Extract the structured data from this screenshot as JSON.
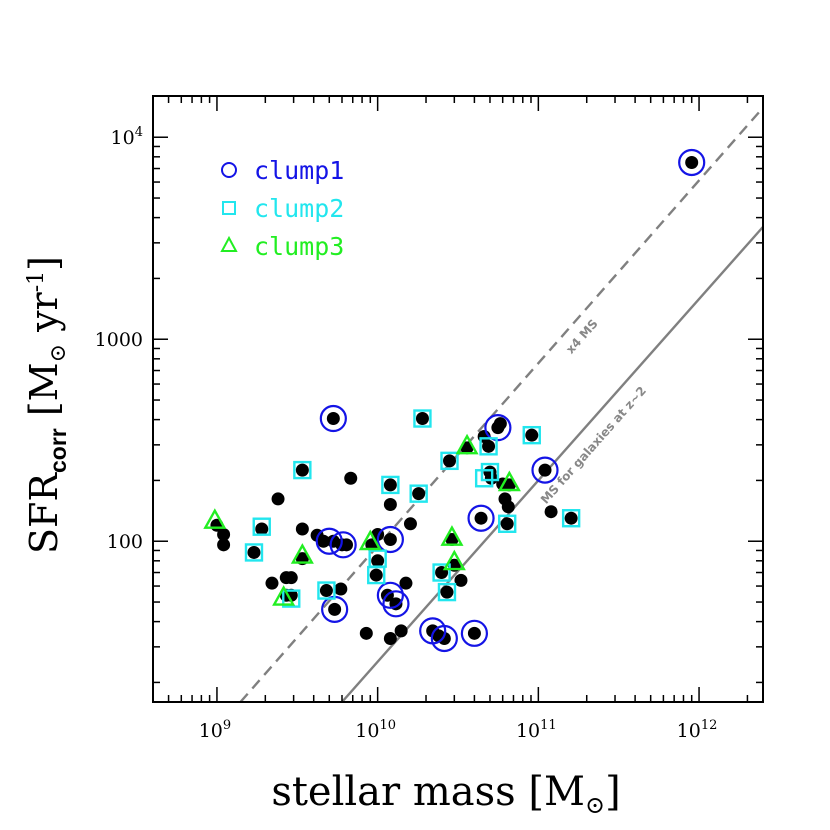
{
  "chart_data": {
    "type": "scatter",
    "xscale": "log",
    "yscale": "log",
    "xlim": [
      400000000,
      2500000000000
    ],
    "ylim": [
      16,
      16000
    ],
    "xticks": [
      {
        "value": 1000000000.0,
        "base": "10",
        "exp": "9"
      },
      {
        "value": 10000000000.0,
        "base": "10",
        "exp": "10"
      },
      {
        "value": 100000000000.0,
        "base": "10",
        "exp": "11"
      },
      {
        "value": 1000000000000.0,
        "base": "10",
        "exp": "12"
      }
    ],
    "yticks": [
      {
        "value": 100,
        "label": "100"
      },
      {
        "value": 1000,
        "label": "1000"
      },
      {
        "value": 10000,
        "base": "10",
        "exp": "4"
      }
    ],
    "xlabel": {
      "main": "stellar mass [M",
      "sub": "⊙",
      "end": "]"
    },
    "ylabel": {
      "main": "SFR",
      "sub": "corr",
      "unit_open": " [M",
      "unit_sub": "⊙",
      "unit_mid": " yr",
      "unit_sup": "-1",
      "unit_close": "]"
    },
    "legend": {
      "position": "top-left",
      "entries": [
        {
          "label": "clump1",
          "marker": "circle",
          "color": "#1414e6"
        },
        {
          "label": "clump2",
          "marker": "square",
          "color": "#22e6ee"
        },
        {
          "label": "clump3",
          "marker": "triangle",
          "color": "#22ee22"
        }
      ]
    },
    "lines": [
      {
        "label": "MS for galaxies at z~2",
        "style": "solid",
        "color": "#808080",
        "points": [
          [
            6000000000.0,
            16
          ],
          [
            2500000000000.0,
            3600
          ]
        ]
      },
      {
        "label": "x4 MS",
        "style": "dashed",
        "color": "#808080",
        "points": [
          [
            1400000000.0,
            16
          ],
          [
            2500000000000.0,
            14000
          ]
        ]
      }
    ],
    "series": [
      {
        "name": "all",
        "marker": "filled-circle",
        "color": "#000000",
        "points": [
          [
            900000000000.0,
            7500
          ],
          [
            1000000000.0,
            120
          ],
          [
            1100000000.0,
            108
          ],
          [
            1100000000.0,
            96
          ],
          [
            1900000000.0,
            115
          ],
          [
            1700000000.0,
            88
          ],
          [
            2200000000.0,
            62
          ],
          [
            2400000000.0,
            162
          ],
          [
            2700000000.0,
            66
          ],
          [
            2900000000.0,
            66
          ],
          [
            2700000000.0,
            54
          ],
          [
            2900000000.0,
            54
          ],
          [
            3400000000.0,
            225
          ],
          [
            3400000000.0,
            82
          ],
          [
            3400000000.0,
            115
          ],
          [
            4200000000.0,
            107
          ],
          [
            4600000000.0,
            100
          ],
          [
            4800000000.0,
            57
          ],
          [
            5300000000.0,
            405
          ],
          [
            5400000000.0,
            46
          ],
          [
            5900000000.0,
            58
          ],
          [
            6000000000.0,
            96
          ],
          [
            6400000000.0,
            96
          ],
          [
            6800000000.0,
            205
          ],
          [
            5300000000.0,
            100
          ],
          [
            8500000000.0,
            35
          ],
          [
            9200000000.0,
            96
          ],
          [
            9800000000.0,
            68
          ],
          [
            10000000000.0,
            108
          ],
          [
            10000000000.0,
            80
          ],
          [
            11500000000.0,
            54
          ],
          [
            12000000000.0,
            33
          ],
          [
            12000000000.0,
            190
          ],
          [
            12000000000.0,
            152
          ],
          [
            12000000000.0,
            102
          ],
          [
            13000000000.0,
            49
          ],
          [
            14000000000.0,
            36
          ],
          [
            15000000000.0,
            62
          ],
          [
            16000000000.0,
            122
          ],
          [
            18000000000.0,
            172
          ],
          [
            19000000000.0,
            405
          ],
          [
            22000000000.0,
            36
          ],
          [
            24000000000.0,
            34
          ],
          [
            25000000000.0,
            70
          ],
          [
            26000000000.0,
            33
          ],
          [
            27000000000.0,
            56
          ],
          [
            28000000000.0,
            250
          ],
          [
            29000000000.0,
            102
          ],
          [
            30000000000.0,
            76
          ],
          [
            33000000000.0,
            64
          ],
          [
            36000000000.0,
            290
          ],
          [
            40000000000.0,
            35
          ],
          [
            44000000000.0,
            130
          ],
          [
            46000000000.0,
            330
          ],
          [
            49000000000.0,
            295
          ],
          [
            50000000000.0,
            220
          ],
          [
            51000000000.0,
            205
          ],
          [
            56000000000.0,
            365
          ],
          [
            58000000000.0,
            382
          ],
          [
            60000000000.0,
            192
          ],
          [
            62000000000.0,
            162
          ],
          [
            64000000000.0,
            122
          ],
          [
            65000000000.0,
            148
          ],
          [
            66000000000.0,
            190
          ],
          [
            91000000000.0,
            335
          ],
          [
            110000000000.0,
            225
          ],
          [
            120000000000.0,
            140
          ],
          [
            160000000000.0,
            130
          ]
        ]
      },
      {
        "name": "clump1",
        "marker": "circle",
        "color": "#1414e6",
        "points": [
          [
            900000000000.0,
            7500
          ],
          [
            5300000000.0,
            405
          ],
          [
            5000000000.0,
            100
          ],
          [
            6100000000.0,
            96
          ],
          [
            5400000000.0,
            46
          ],
          [
            12000000000.0,
            102
          ],
          [
            12000000000.0,
            54
          ],
          [
            13000000000.0,
            49
          ],
          [
            22000000000.0,
            36
          ],
          [
            26000000000.0,
            33
          ],
          [
            40000000000.0,
            35
          ],
          [
            44000000000.0,
            130
          ],
          [
            56000000000.0,
            365
          ],
          [
            110000000000.0,
            225
          ]
        ]
      },
      {
        "name": "clump2",
        "marker": "square",
        "color": "#22e6ee",
        "points": [
          [
            1900000000.0,
            118
          ],
          [
            1700000000.0,
            88
          ],
          [
            2900000000.0,
            52
          ],
          [
            3400000000.0,
            225
          ],
          [
            4800000000.0,
            57
          ],
          [
            9800000000.0,
            68
          ],
          [
            10000000000.0,
            82
          ],
          [
            12000000000.0,
            190
          ],
          [
            18000000000.0,
            172
          ],
          [
            19000000000.0,
            405
          ],
          [
            25000000000.0,
            70
          ],
          [
            27000000000.0,
            56
          ],
          [
            28000000000.0,
            250
          ],
          [
            46000000000.0,
            205
          ],
          [
            49000000000.0,
            295
          ],
          [
            50000000000.0,
            220
          ],
          [
            64000000000.0,
            122
          ],
          [
            91000000000.0,
            335
          ],
          [
            160000000000.0,
            130
          ]
        ]
      },
      {
        "name": "clump3",
        "marker": "triangle",
        "color": "#22ee22",
        "points": [
          [
            970000000.0,
            125
          ],
          [
            2600000000.0,
            52
          ],
          [
            3400000000.0,
            84
          ],
          [
            9000000000.0,
            98
          ],
          [
            29000000000.0,
            103
          ],
          [
            30000000000.0,
            78
          ],
          [
            36000000000.0,
            292
          ],
          [
            66000000000.0,
            192
          ]
        ]
      }
    ]
  }
}
